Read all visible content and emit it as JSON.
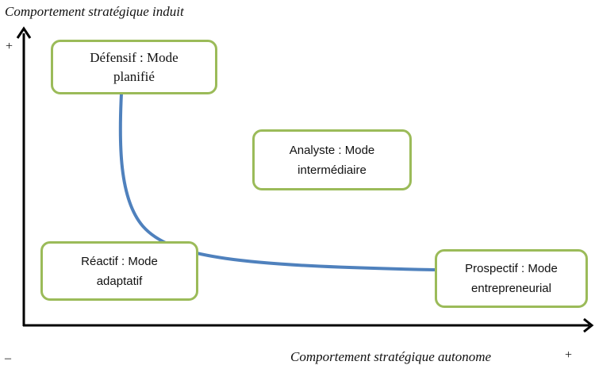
{
  "axes": {
    "y_label": "Comportement stratégique induit",
    "x_label": "Comportement stratégique autonome",
    "y_plus": "+",
    "x_plus": "+",
    "origin_minus": "–"
  },
  "boxes": [
    {
      "line1": "Défensif : Mode",
      "line2": "planifié"
    },
    {
      "line1": "Analyste : Mode",
      "line2": "intermédiaire"
    },
    {
      "line1": "Réactif : Mode",
      "line2": "adaptatif"
    },
    {
      "line1": "Prospectif : Mode",
      "line2": "entrepreneurial"
    }
  ],
  "colors": {
    "box_border": "#9bbb59",
    "curve": "#4f81bd",
    "axis": "#000000"
  }
}
